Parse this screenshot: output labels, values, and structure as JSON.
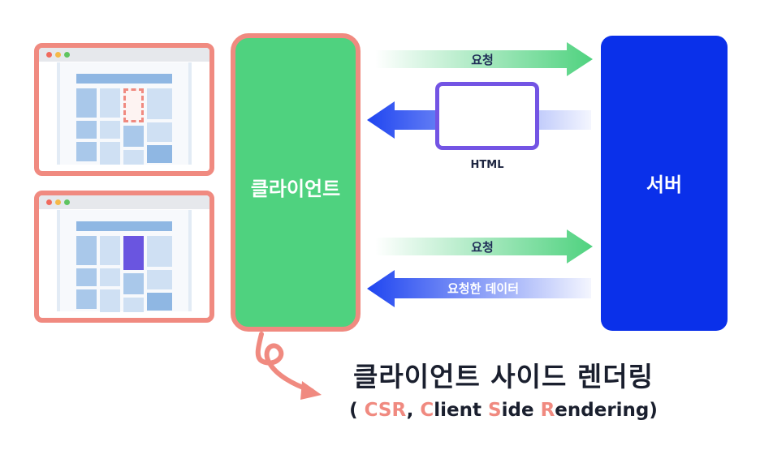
{
  "client": {
    "label": "클라이언트"
  },
  "server": {
    "label": "서버"
  },
  "flow1": {
    "request_label": "요청",
    "response_label": "HTML"
  },
  "flow2": {
    "request_label": "요청",
    "response_label": "요청한 데이터"
  },
  "title": {
    "korean": "클라이언트 사이드 렌더링",
    "english": {
      "open": "( ",
      "abbr": "CSR",
      "sep": ", ",
      "c_letter": "C",
      "c_rest": "lient ",
      "s_letter": "S",
      "s_rest": "ide ",
      "r_letter": "R",
      "r_rest": "endering)"
    }
  },
  "colors": {
    "client_fill": "#4fd27f",
    "outline_accent": "#f08a80",
    "server_fill": "#0a30ea",
    "request_arrow": "#4fd27f",
    "response_arrow": "#1f45f0",
    "html_doc_border": "#7354e4",
    "highlight_block": "#6a55e0"
  },
  "browsers": [
    {
      "state": "partial-placeholder-block"
    },
    {
      "state": "filled-highlight-block"
    }
  ]
}
